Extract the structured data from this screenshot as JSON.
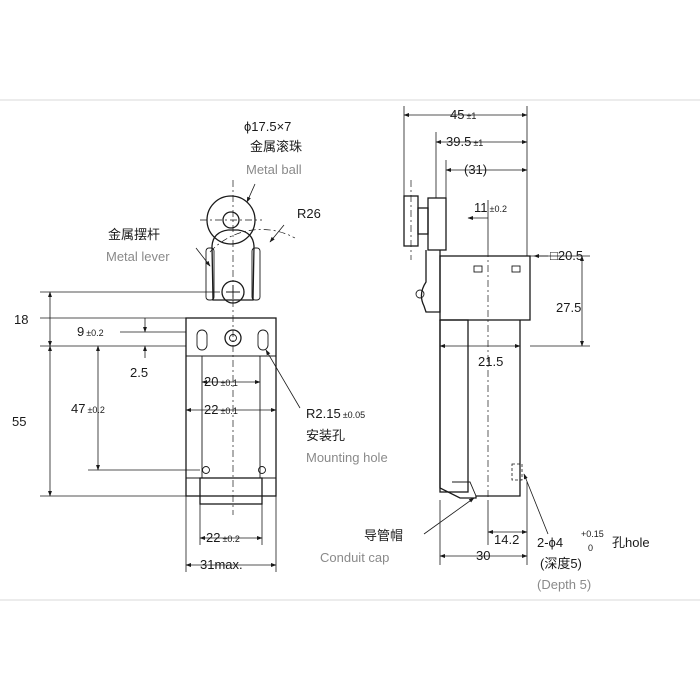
{
  "colors": {
    "line": "#1a1a1a",
    "secondary_text": "#8a8a8a",
    "separator": "#d8d8d8"
  },
  "front_view": {
    "ball_dim": "ϕ17.5×7",
    "ball_label_cn": "金属滚珠",
    "ball_label_en": "Metal ball",
    "radius_dim": "R26",
    "lever_label_cn": "金属摆杆",
    "lever_label_en": "Metal lever",
    "dim_18": "18",
    "dim_9": "9",
    "dim_9_tol": "±0.2",
    "dim_2_5": "2.5",
    "dim_55": "55",
    "dim_47": "47",
    "dim_47_tol": "±0.2",
    "dim_20": "20",
    "dim_20_tol": "±0.1",
    "dim_22_inner": "22",
    "dim_22_inner_tol": "±0.1",
    "hole_dim": "R2.15",
    "hole_tol": "±0.05",
    "hole_label_cn": "安装孔",
    "hole_label_en": "Mounting hole",
    "dim_22_bottom": "22",
    "dim_22_bottom_tol": "±0.2",
    "dim_31": "31max."
  },
  "side_view": {
    "dim_45": "45",
    "dim_45_tol": "±1",
    "dim_39_5": "39.5",
    "dim_39_5_tol": "±1",
    "dim_31": "(31)",
    "dim_11": "11",
    "dim_11_tol": "±0.2",
    "dim_20_5": "□20.5",
    "dim_27_5": "27.5",
    "dim_21_5": "21.5",
    "cap_label_cn": "导管帽",
    "cap_label_en": "Conduit cap",
    "dim_30": "30",
    "dim_14_2": "14.2",
    "hole_prefix": "2-ϕ4",
    "hole_tol_upper": "+0.15",
    "hole_tol_lower": "0",
    "hole_suffix": "孔hole",
    "depth_cn": "(深度5)",
    "depth_en": "(Depth 5)"
  }
}
